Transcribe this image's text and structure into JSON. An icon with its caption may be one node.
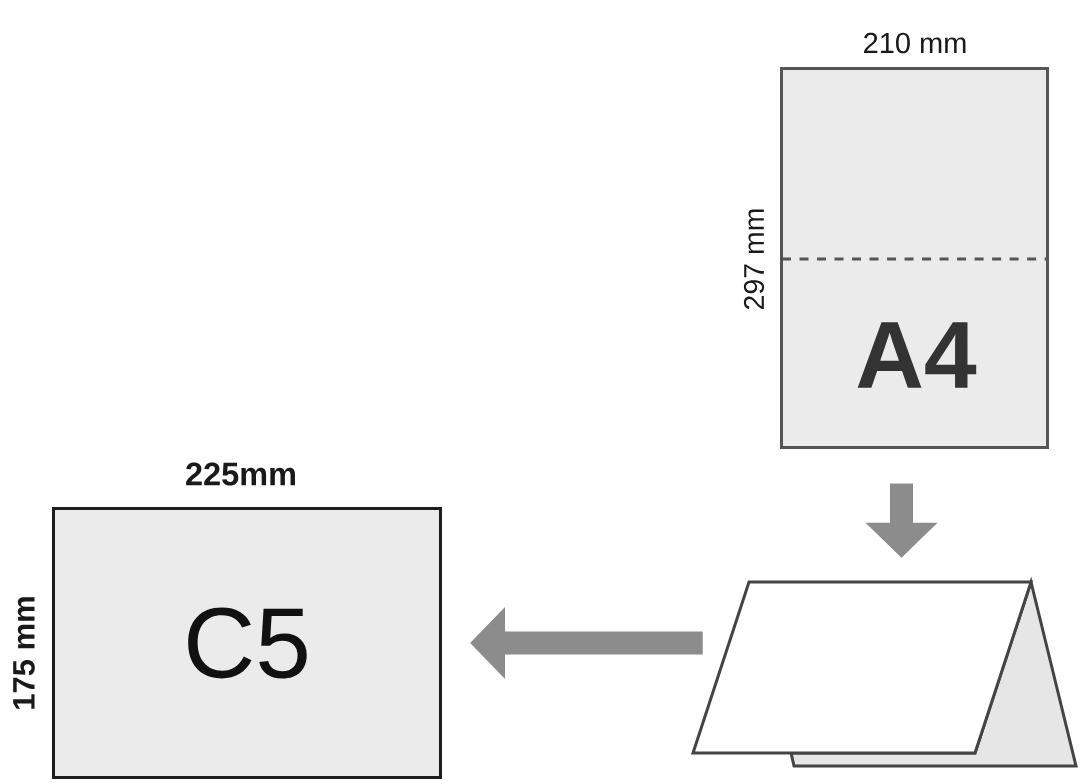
{
  "diagram": {
    "nodes": [
      {
        "text": [
          "A4"
        ],
        "beside": [
          "210 mm",
          "297 mm"
        ]
      },
      {
        "text": [],
        "shape": "picture"
      },
      {
        "text": [
          "C5"
        ],
        "beside": [
          "225mm",
          "175 mm"
        ]
      }
    ],
    "edges": [
      {
        "from": 0,
        "to": 1,
        "arrow": "to"
      },
      {
        "from": 1,
        "to": 2,
        "arrow": "to"
      }
    ]
  }
}
